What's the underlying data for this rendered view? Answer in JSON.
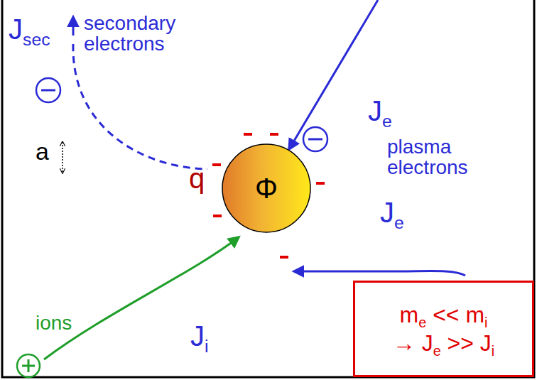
{
  "diagram": {
    "nodes": [
      {
        "text": [
          "Φ"
        ]
      },
      {
        "text": [
          "me << mi",
          "→ Je >> Ji"
        ]
      }
    ],
    "labels": [
      "Jsec",
      "secondary electrons",
      "a",
      "Je",
      "plasma electrons",
      "q",
      "Je",
      "ions",
      "Ji"
    ]
  }
}
